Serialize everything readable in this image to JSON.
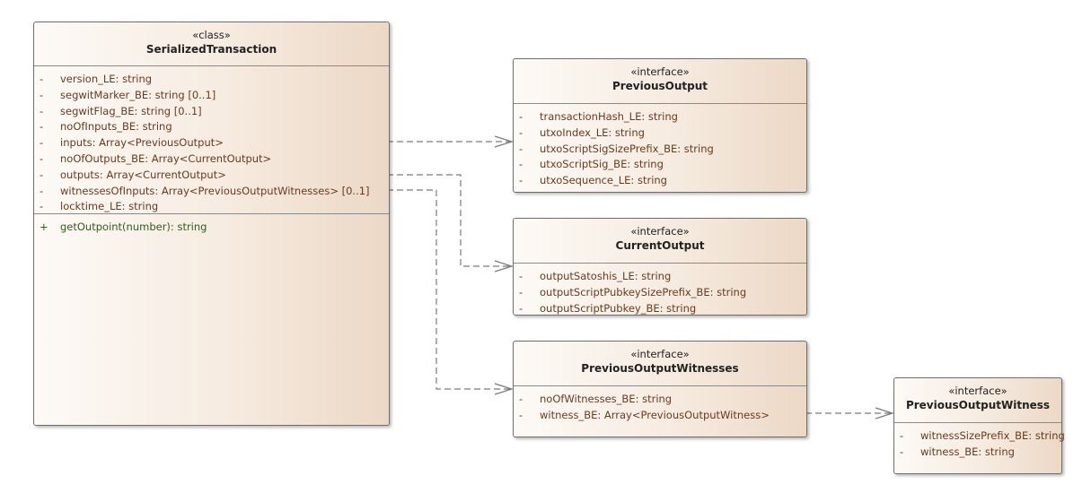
{
  "boxes": {
    "serialized_transaction": {
      "stereotype": "«class»",
      "name": "SerializedTransaction",
      "attributes": [
        {
          "vis": "-",
          "text": "version_LE: string"
        },
        {
          "vis": "-",
          "text": "segwitMarker_BE: string [0..1]"
        },
        {
          "vis": "-",
          "text": "segwitFlag_BE: string [0..1]"
        },
        {
          "vis": "-",
          "text": "noOfInputs_BE: string"
        },
        {
          "vis": "-",
          "text": "inputs: Array<PreviousOutput>"
        },
        {
          "vis": "-",
          "text": "noOfOutputs_BE: Array<CurrentOutput>"
        },
        {
          "vis": "-",
          "text": "outputs: Array<CurrentOutput>"
        },
        {
          "vis": "-",
          "text": "witnessesOfInputs: Array<PreviousOutputWitnesses> [0..1]"
        },
        {
          "vis": "-",
          "text": "locktime_LE: string"
        }
      ],
      "operations": [
        {
          "vis": "+",
          "text": "getOutpoint(number): string"
        }
      ]
    },
    "previous_output": {
      "stereotype": "«interface»",
      "name": "PreviousOutput",
      "attributes": [
        {
          "vis": "-",
          "text": "transactionHash_LE: string"
        },
        {
          "vis": "-",
          "text": "utxoIndex_LE: string"
        },
        {
          "vis": "-",
          "text": "utxoScriptSigSizePrefix_BE: string"
        },
        {
          "vis": "-",
          "text": "utxoScriptSig_BE: string"
        },
        {
          "vis": "-",
          "text": "utxoSequence_LE: string"
        }
      ]
    },
    "current_output": {
      "stereotype": "«interface»",
      "name": "CurrentOutput",
      "attributes": [
        {
          "vis": "-",
          "text": "outputSatoshis_LE: string"
        },
        {
          "vis": "-",
          "text": "outputScriptPubkeySizePrefix_BE: string"
        },
        {
          "vis": "-",
          "text": "outputScriptPubkey_BE: string"
        }
      ]
    },
    "previous_output_witnesses": {
      "stereotype": "«interface»",
      "name": "PreviousOutputWitnesses",
      "attributes": [
        {
          "vis": "-",
          "text": "noOfWitnesses_BE: string"
        },
        {
          "vis": "-",
          "text": "witness_BE: Array<PreviousOutputWitness>"
        }
      ]
    },
    "previous_output_witness": {
      "stereotype": "«interface»",
      "name": "PreviousOutputWitness",
      "attributes": [
        {
          "vis": "-",
          "text": "witnessSizePrefix_BE: string"
        },
        {
          "vis": "-",
          "text": "witness_BE: string"
        }
      ]
    }
  },
  "connectors": [
    {
      "from": "SerializedTransaction.inputs",
      "to": "PreviousOutput",
      "style": "dashed",
      "arrow": "open"
    },
    {
      "from": "SerializedTransaction.outputs",
      "to": "CurrentOutput",
      "style": "dashed",
      "arrow": "open"
    },
    {
      "from": "SerializedTransaction.witnessesOfInputs",
      "to": "PreviousOutputWitnesses",
      "style": "dashed",
      "arrow": "open"
    },
    {
      "from": "PreviousOutputWitnesses.witness_BE",
      "to": "PreviousOutputWitness",
      "style": "dashed",
      "arrow": "open"
    }
  ],
  "colors": {
    "attribute_text": "#6a3a1e",
    "operation_text": "#2f5e1e",
    "connector_line": "#7a7a7a",
    "box_gradient_start": "#fdfaf6",
    "box_gradient_end": "#ecd8c5"
  }
}
